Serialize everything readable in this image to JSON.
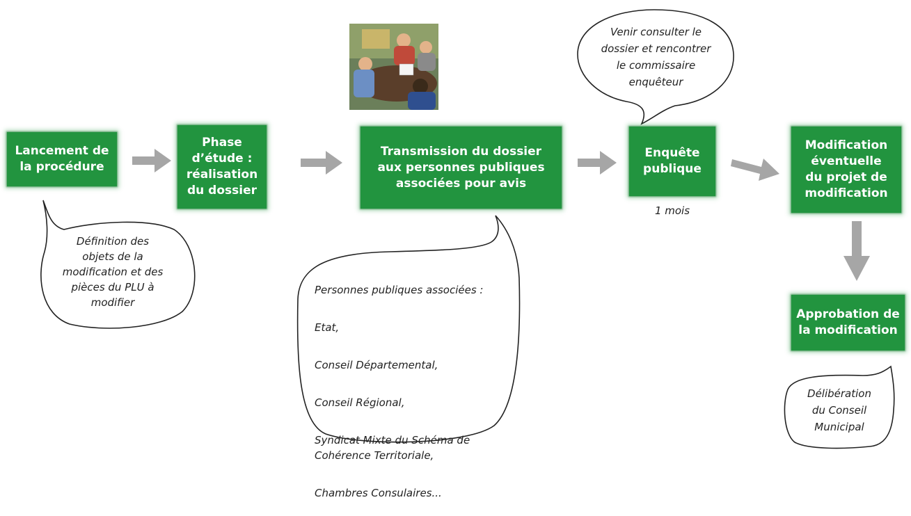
{
  "steps": {
    "lancement": "Lancement de\nla procédure",
    "etude": "Phase\nd’étude :\nréalisation\ndu dossier",
    "transmission": "Transmission du dossier\naux personnes publiques\nassociées pour avis",
    "enquete": "Enquête\npublique",
    "modification": "Modification\néventuelle\ndu projet de\nmodification",
    "approbation": "Approbation de\nla modification"
  },
  "notes": {
    "duree_enquete": "1 mois"
  },
  "bubbles": {
    "definition": "Définition des\nobjets de la\nmodification et des\npièces du PLU à\nmodifier",
    "consulter": "Venir consulter le\ndossier et rencontrer\nle commissaire\nenquêteur",
    "ppa_title": "Personnes publiques associées :",
    "ppa_items": [
      "Etat,",
      "Conseil Départemental,",
      "Conseil Régional,",
      "Syndicat Mixte du Schéma de\nCohérence Territoriale,",
      "Chambres Consulaires..."
    ],
    "deliberation": "Délibération\ndu Conseil\nMunicipal"
  },
  "colors": {
    "step_green": "#22943f",
    "arrow_gray": "#a6a6a6"
  },
  "icons": {
    "meeting_illustration": "meeting-clipart"
  }
}
